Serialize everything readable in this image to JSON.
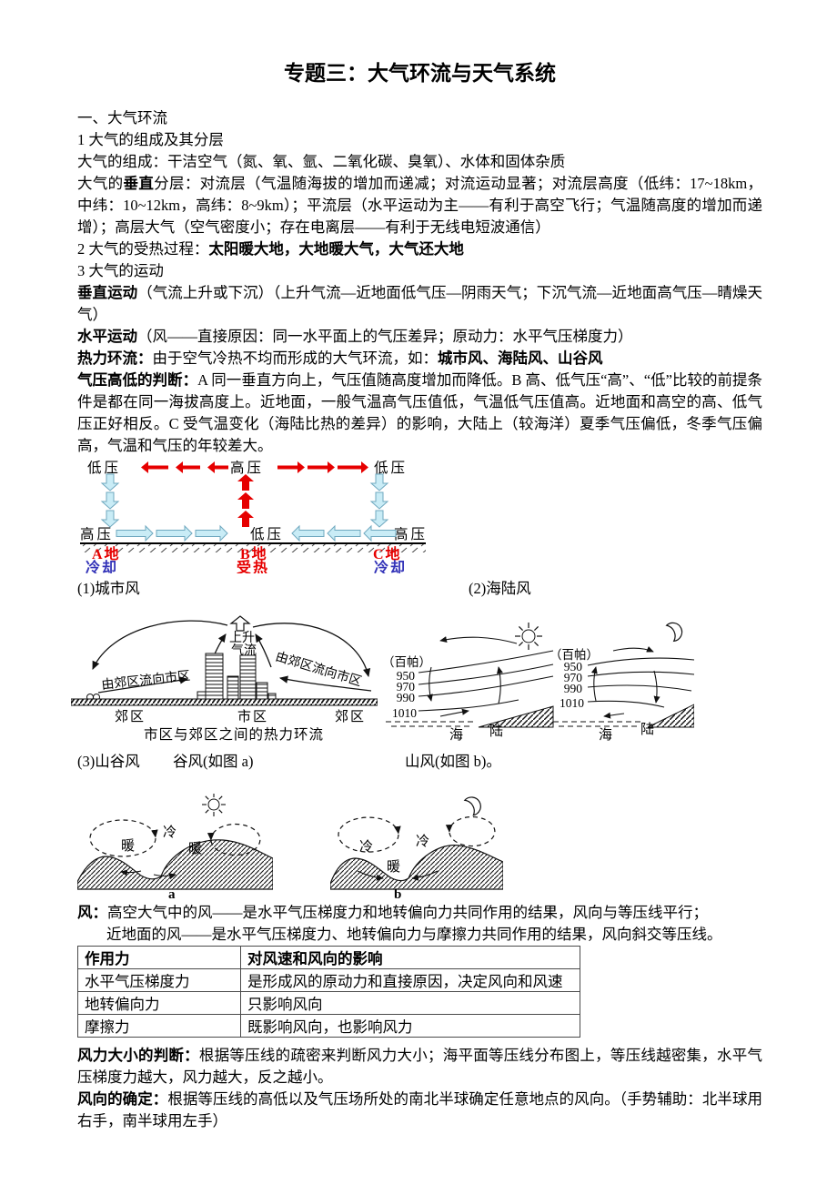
{
  "t": {
    "title": "专题三：大气环流与天气系统",
    "s1": "一、大气环流",
    "h1": "1 大气的组成及其分层",
    "p_comp": "大气的组成：干洁空气（氮、氧、氩、二氧化碳、臭氧）、水体和固体杂质",
    "p_vert_a": "大气的",
    "p_vert_b": "垂直",
    "p_vert_c": "分层：对流层（气温随海拔的增加而递减；对流运动显著；对流层高度（低纬：17~18km，中纬：10~12km，高纬：8~9km）；平流层（水平运动为主——有利于高空飞行；气温随高度的增加而递增）；高层大气（空气密度小；存在电离层——有利于无线电短波通信）",
    "h2_a": "2 大气的受热过程：",
    "h2_b": "太阳暖大地，大地暖大气，大气还大地",
    "h3": "3 大气的运动",
    "vm_a": "垂直运动",
    "vm_b": "（气流上升或下沉）（上升气流—近地面低气压—阴雨天气；下沉气流—近地面高气压—晴燥天气）",
    "hm_a": "水平运动",
    "hm_b": "（风——直接原因：同一水平面上的气压差异；原动力：水平气压梯度力）",
    "tc_a": "热力环流：",
    "tc_b": "由于空气冷热不均而形成的大气环流，如：",
    "tc_c": "城市风、海陆风、山谷风",
    "pj_a": "气压高低的判断：",
    "pj_b": "A 同一垂直方向上，气压值随高度增加而降低。B 高、低气压“高”、“低”比较的前提条件是都在同一海拔高度上。近地面，一般气温高气压值低，气温低气压值高。近地面和高空的高、低气压正好相反。C 受气温变化（海陆比热的差异）的影响，大陆上（较海洋）夏季气压偏低，冬季气压偏高，气温和气压的年较差大。",
    "cap1": "(1)城市风",
    "cap2": "(2)海陆风",
    "cap3": "(3)山谷风",
    "cap3a": "谷风(如图 a)",
    "cap3b": "山风(如图 b)。",
    "wind_a": "风：",
    "wind_b": "高空大气中的风——是水平气压梯度力和地转偏向力共同作用的结果，风向与等压线平行；",
    "wind_c": "近地面的风——是水平气压梯度力、地转偏向力与摩擦力共同作用的结果，风向斜交等压线。",
    "wf_a": "风力大小的判断：",
    "wf_b": "根据等压线的疏密来判断风力大小；海平面等压线分布图上，等压线越密集，水平气压梯度力越大，风力越大，反之越小。",
    "wd_a": "风向的确定：",
    "wd_b": "根据等压线的高低以及气压场所处的南北半球确定任意地点的风向。（手势辅助：北半球用右手，南半球用左手）"
  },
  "table": {
    "h": [
      "作用力",
      "对风速和风向的影响"
    ],
    "r": [
      [
        "水平气压梯度力",
        "是形成风的原动力和直接原因，决定风向和风速"
      ],
      [
        "地转偏向力",
        "只影响风向"
      ],
      [
        "摩擦力",
        "既影响风向，也影响风力"
      ]
    ]
  },
  "fig1": {
    "low": "低压",
    "high": "高压",
    "site_a": "A地",
    "site_b": "B地",
    "site_c": "C地",
    "cool_label": "冷却",
    "heat_label": "受热",
    "colors": {
      "warm_arrow": "#e60000",
      "cool_arrow_fill": "#c9ecf6",
      "cool_arrow_stroke": "#6fa8bf",
      "site_red": "#e60000",
      "cool_blue": "#3333b8"
    }
  },
  "fig2": {
    "rise1": "上升",
    "rise2": "气流",
    "flow": "由郊区流向市区",
    "suburb": "郊区",
    "urban": "市区",
    "caption": "市区与郊区之间的热力环流"
  },
  "fig3": {
    "unit": "（百帕）",
    "pressures": [
      "950",
      "970",
      "990",
      "1010"
    ],
    "sea": "海",
    "land": "陆"
  },
  "fig4": {
    "warm": "暖",
    "cold": "冷",
    "label_a": "a",
    "label_b": "b"
  }
}
